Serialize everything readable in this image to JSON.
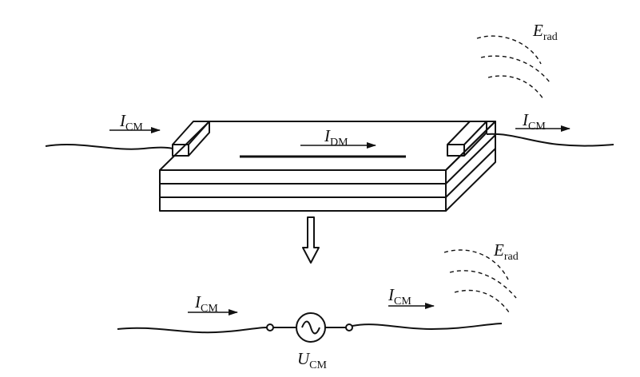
{
  "labels": {
    "i_cm_in_top": {
      "main": "I",
      "sub": "CM"
    },
    "i_cm_out_top": {
      "main": "I",
      "sub": "CM"
    },
    "i_dm": {
      "main": "I",
      "sub": "DM"
    },
    "e_rad_top": {
      "main": "E",
      "sub": "rad"
    },
    "e_rad_bottom": {
      "main": "E",
      "sub": "rad"
    },
    "i_cm_in_bottom": {
      "main": "I",
      "sub": "CM"
    },
    "i_cm_out_bottom": {
      "main": "I",
      "sub": "CM"
    },
    "u_cm": {
      "main": "U",
      "sub": "CM"
    }
  },
  "icons": {
    "source": "ac-voltage-source-icon",
    "arrow_down": "hollow-down-arrow-icon",
    "radiation": "radiation-waves-icon"
  },
  "colors": {
    "ink": "#111111",
    "background": "#ffffff"
  }
}
